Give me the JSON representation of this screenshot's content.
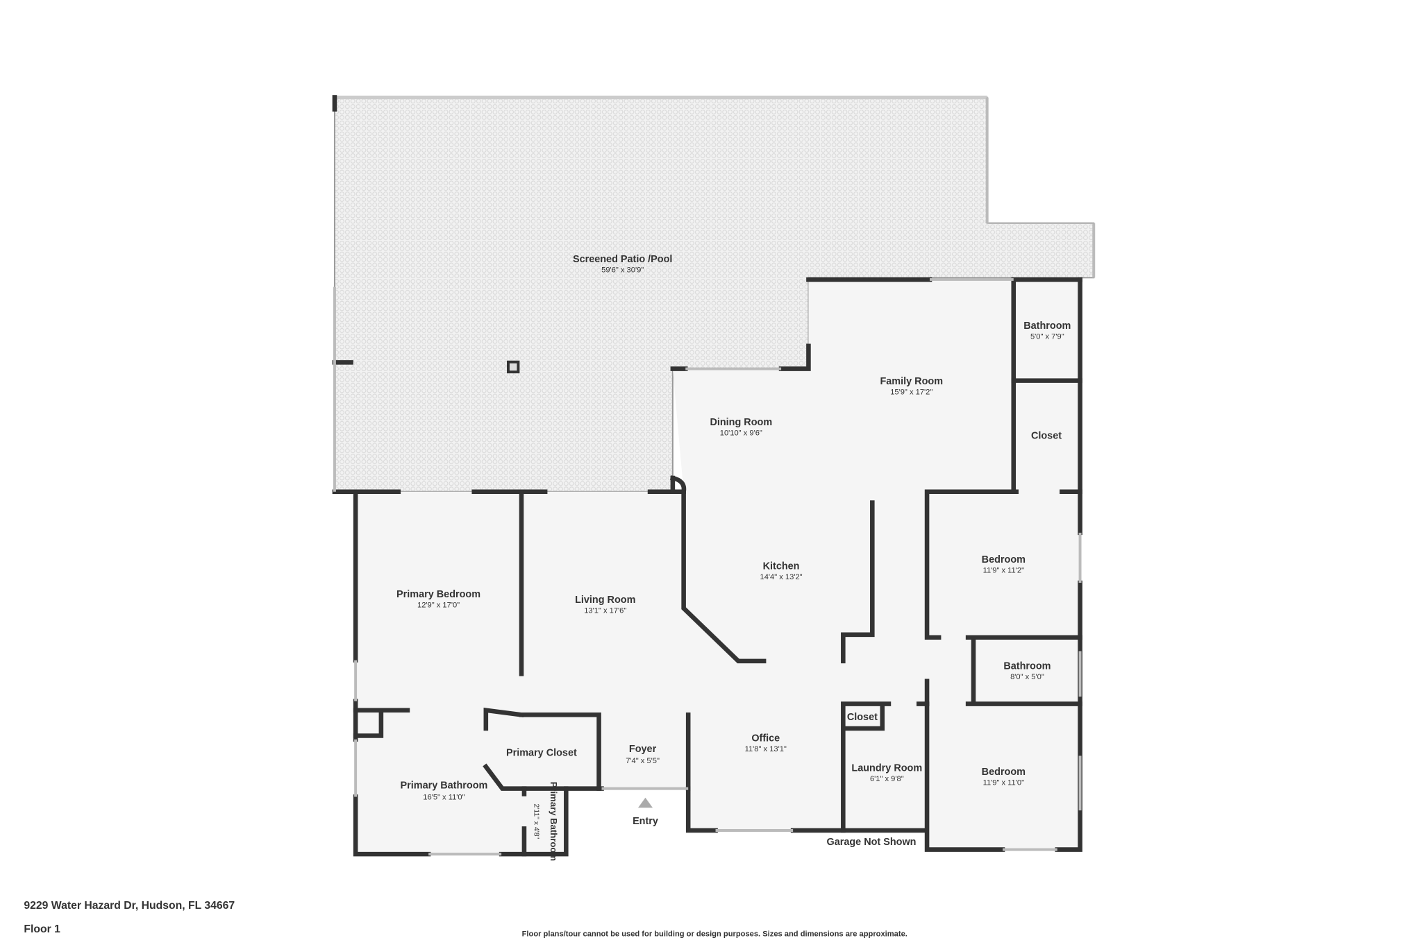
{
  "address": "9229 Water Hazard Dr, Hudson, FL 34667",
  "floor": "Floor 1",
  "disclaimer": "Floor plans/tour cannot be used for building or design purposes. Sizes and dimensions are approximate.",
  "rooms": [
    {
      "name": "Screened Patio /Pool",
      "dims": "59'6\" x 30'9\""
    },
    {
      "name": "Bathroom",
      "dims": "5'0\" x 7'9\""
    },
    {
      "name": "Family Room",
      "dims": "15'9\" x 17'2\""
    },
    {
      "name": "Dining Room",
      "dims": "10'10\" x 9'6\""
    },
    {
      "name": "Closet",
      "dims": ""
    },
    {
      "name": "Kitchen",
      "dims": "14'4\" x 13'2\""
    },
    {
      "name": "Bedroom",
      "dims": "11'9\" x 11'2\""
    },
    {
      "name": "Primary Bedroom",
      "dims": "12'9\" x 17'0\""
    },
    {
      "name": "Living Room",
      "dims": "13'1\" x 17'6\""
    },
    {
      "name": "Bathroom",
      "dims": "8'0\" x 5'0\""
    },
    {
      "name": "Office",
      "dims": "11'8\" x 13'1\""
    },
    {
      "name": "Closet",
      "dims": ""
    },
    {
      "name": "Primary Closet",
      "dims": ""
    },
    {
      "name": "Foyer",
      "dims": "7'4\" x 5'5\""
    },
    {
      "name": "Laundry Room",
      "dims": "6'1\" x 9'8\""
    },
    {
      "name": "Bedroom",
      "dims": "11'9\" x 11'0\""
    },
    {
      "name": "Primary Bathroom",
      "dims": "16'5\" x 11'0\""
    },
    {
      "name": "Primary Bathroom",
      "dims": "2'11\" x 4'8\""
    }
  ],
  "labels": {
    "entry": "Entry",
    "garage": "Garage Not Shown"
  },
  "colors": {
    "wall": "#333333",
    "floor": "#f5f5f5",
    "patio": "#eeeeee"
  }
}
